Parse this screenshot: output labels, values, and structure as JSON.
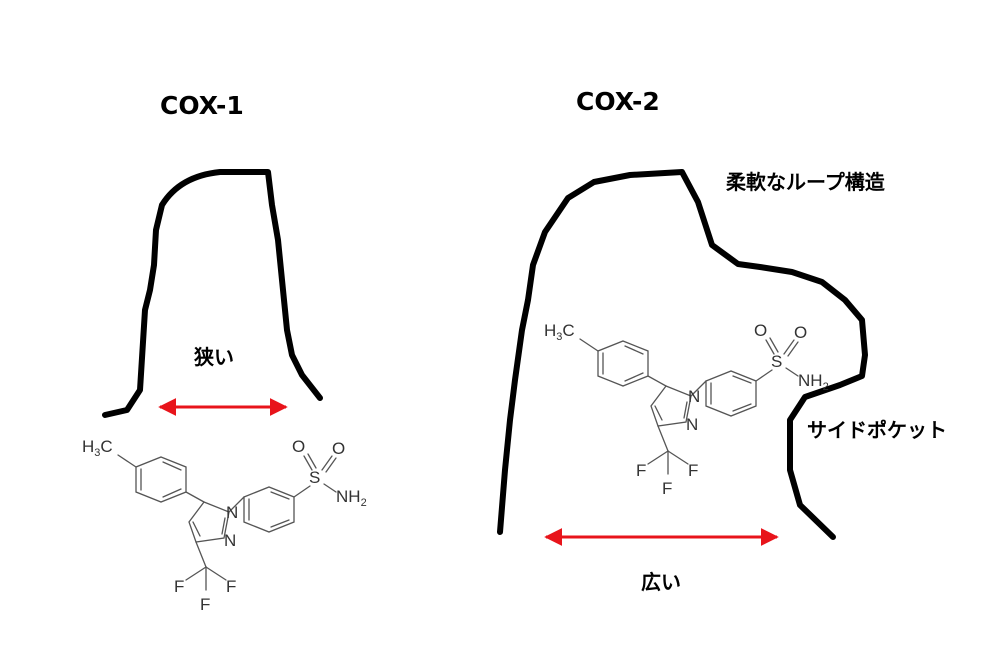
{
  "labels": {
    "cox1_title": "COX-1",
    "cox2_title": "COX-2",
    "narrow": "狭い",
    "wide": "広い",
    "flexible_loop": "柔軟なループ構造",
    "side_pocket": "サイドポケット"
  },
  "molecule_atoms": {
    "o": "O",
    "s": "S",
    "n": "N",
    "nh": "NH",
    "h_sub": "2",
    "h": "H",
    "c": "C",
    "h3_sub": "3",
    "f": "F"
  },
  "colors": {
    "arrow": "#e8141b",
    "outline": "#000000",
    "bond": "#555555"
  }
}
